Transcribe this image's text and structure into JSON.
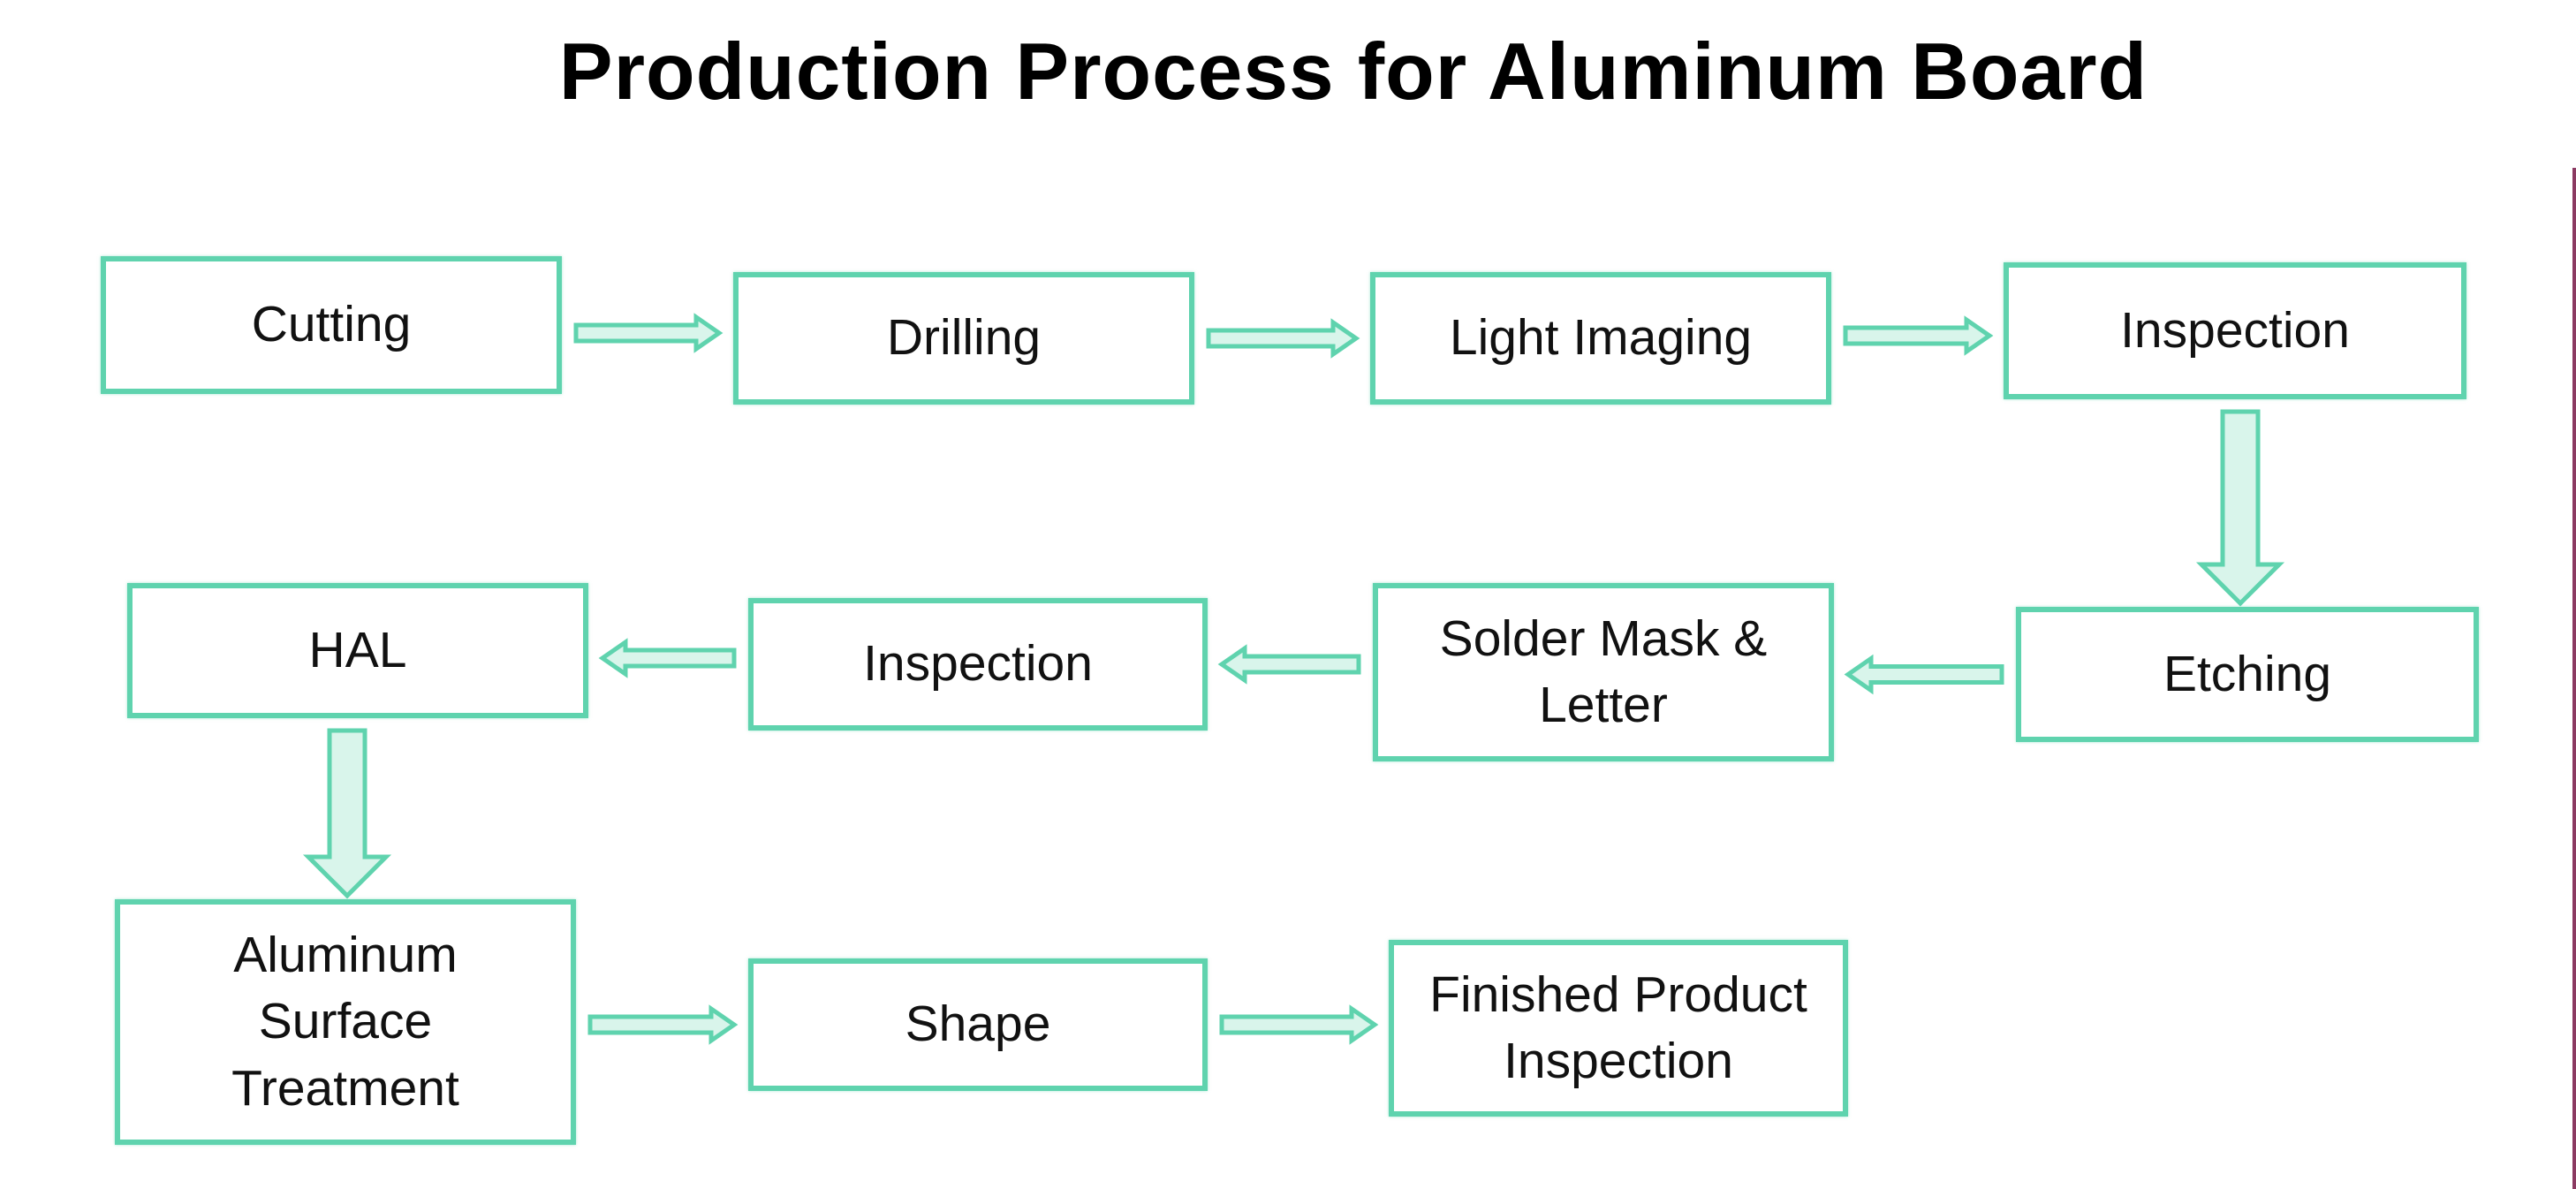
{
  "title": "Production Process for Aluminum Board",
  "colors": {
    "box_border": "#5fd3ae",
    "arrow_fill": "#d9f5eb",
    "arrow_stroke": "#5fd3ae",
    "text": "#111111"
  },
  "steps": [
    {
      "id": "cutting",
      "label": "Cutting"
    },
    {
      "id": "drilling",
      "label": "Drilling"
    },
    {
      "id": "light-imaging",
      "label": "Light Imaging"
    },
    {
      "id": "inspection-1",
      "label": "Inspection"
    },
    {
      "id": "etching",
      "label": "Etching"
    },
    {
      "id": "solder-mask",
      "label": "Solder Mask &\nLetter"
    },
    {
      "id": "inspection-2",
      "label": "Inspection"
    },
    {
      "id": "hal",
      "label": "HAL"
    },
    {
      "id": "aluminum-surface",
      "label": "Aluminum\nSurface\nTreatment"
    },
    {
      "id": "shape",
      "label": "Shape"
    },
    {
      "id": "finished-inspection",
      "label": "Finished Product\nInspection"
    }
  ],
  "flow": [
    [
      "cutting",
      "drilling"
    ],
    [
      "drilling",
      "light-imaging"
    ],
    [
      "light-imaging",
      "inspection-1"
    ],
    [
      "inspection-1",
      "etching"
    ],
    [
      "etching",
      "solder-mask"
    ],
    [
      "solder-mask",
      "inspection-2"
    ],
    [
      "inspection-2",
      "hal"
    ],
    [
      "hal",
      "aluminum-surface"
    ],
    [
      "aluminum-surface",
      "shape"
    ],
    [
      "shape",
      "finished-inspection"
    ]
  ]
}
